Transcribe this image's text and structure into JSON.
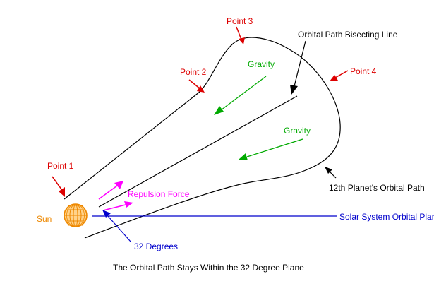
{
  "labels": {
    "point1": "Point 1",
    "point2": "Point 2",
    "point3": "Point 3",
    "point4": "Point 4",
    "bisecting_line": "Orbital Path Bisecting Line",
    "gravity_top": "Gravity",
    "gravity_bottom": "Gravity",
    "repulsion_force": "Repulsion Force",
    "sun": "Sun",
    "solar_plane": "Solar System Orbital Plane",
    "orbital_path": "12th Planet's Orbital Path",
    "degrees": "32 Degrees",
    "caption": "The Orbital Path Stays Within the 32 Degree Plane"
  },
  "colors": {
    "point": "#dd0000",
    "gravity": "#00aa00",
    "repulsion": "#ff00ff",
    "sun": "#ee8800",
    "blue": "#0000cc",
    "black": "#000000"
  }
}
